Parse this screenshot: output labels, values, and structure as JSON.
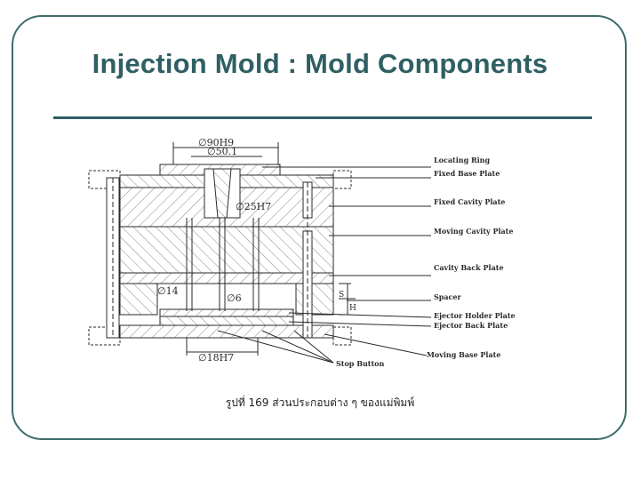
{
  "slide": {
    "title": "Injection Mold : Mold Components",
    "caption": "รูปที่ 169 ส่วนประกอบต่าง ๆ ของแม่พิมพ์"
  },
  "diagram": {
    "dimensions": {
      "d90": "∅90H9",
      "d50": "∅50.1",
      "d25": "∅25H7",
      "d14": "∅14",
      "d6": "∅6",
      "d18": "∅18H7",
      "s": "S",
      "h": "H"
    },
    "labels": {
      "locating_ring": "Locating Ring",
      "fixed_base_plate": "Fixed Base Plate",
      "fixed_cavity_plate": "Fixed Cavity Plate",
      "moving_cavity_plate": "Moving Cavity Plate",
      "cavity_back_plate": "Cavity Back Plate",
      "spacer": "Spacer",
      "ejector_holder_plate": "Ejector Holder Plate",
      "ejector_back_plate": "Ejector Back  Plate",
      "moving_base_plate": "Moving Base Plate",
      "stop_button": "Stop Button"
    }
  },
  "colors": {
    "frame": "#3e6b6b",
    "title": "#2f5f63",
    "ink": "#2a2a2a"
  }
}
